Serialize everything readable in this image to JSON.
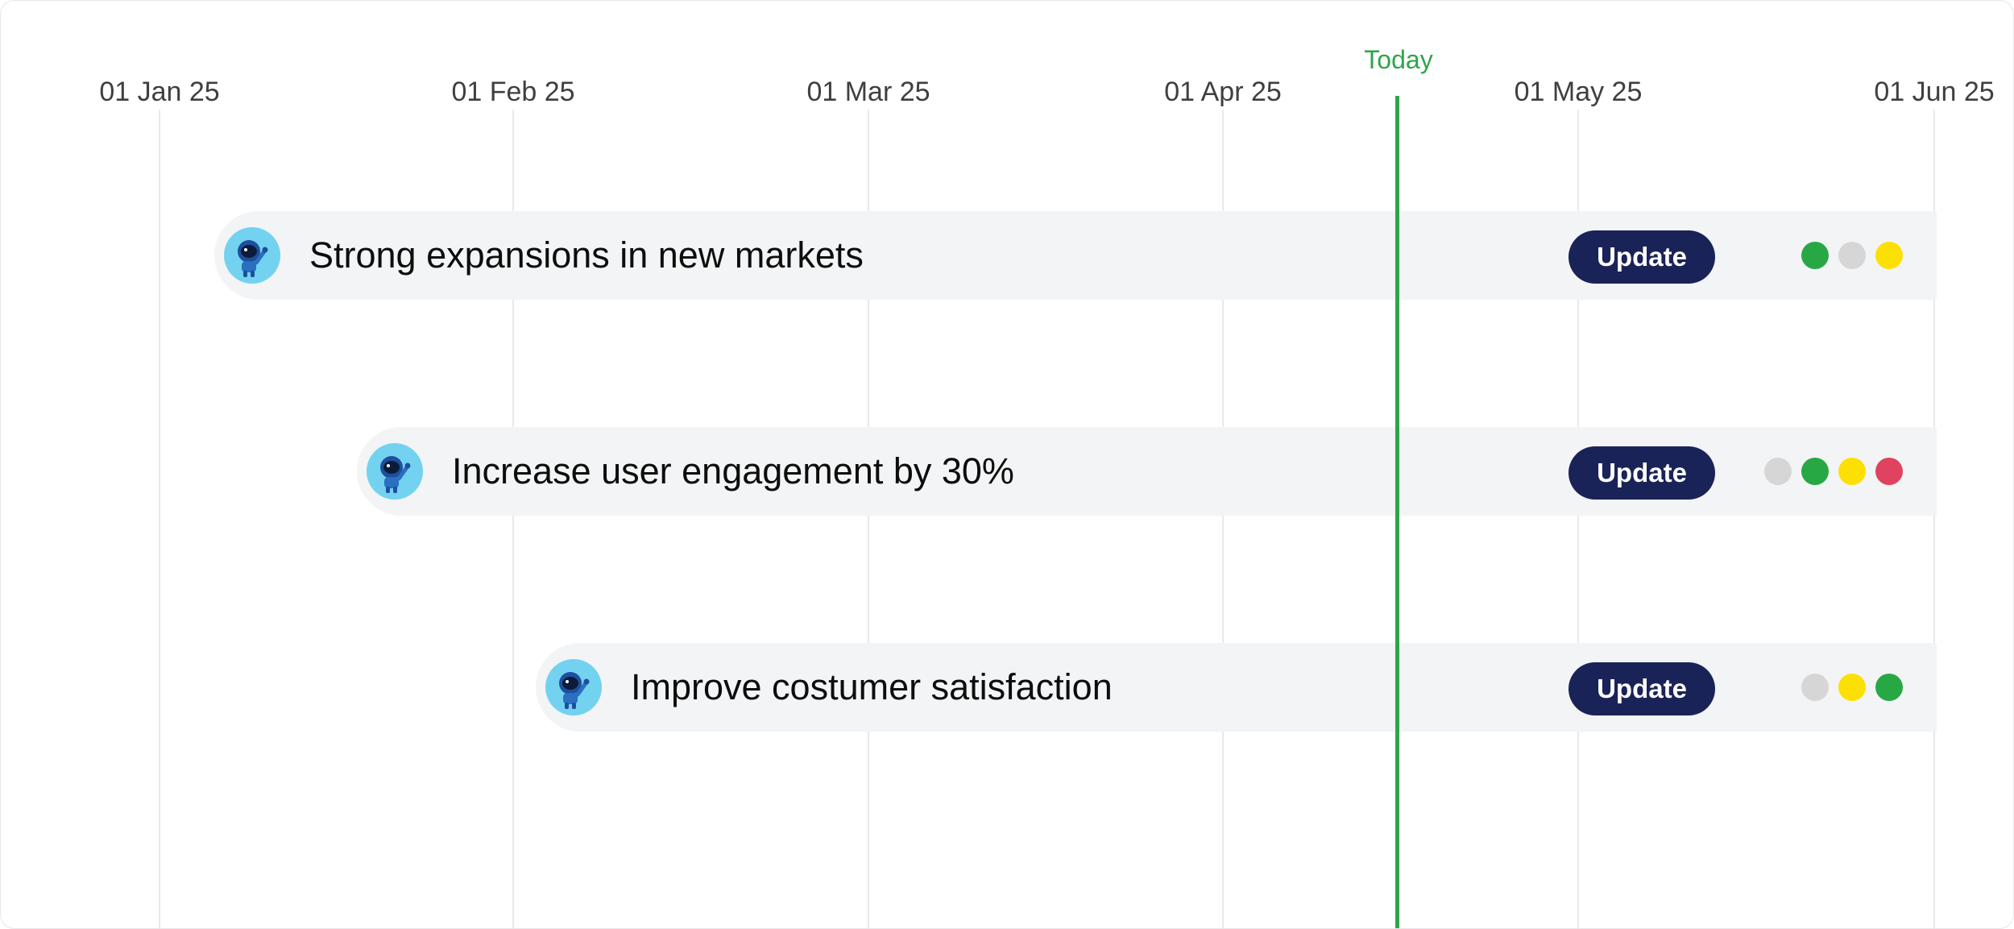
{
  "timeline": {
    "months": [
      "01 Jan 25",
      "01 Feb 25",
      "01 Mar 25",
      "01 Apr 25",
      "01 May 25",
      "01 Jun 25"
    ],
    "today_label": "Today"
  },
  "colors": {
    "green": "#27a844",
    "gray": "#d6d6d6",
    "yellow": "#fde003",
    "red": "#e0435f",
    "button": "#1a2358",
    "today": "#2ea54a"
  },
  "goals": [
    {
      "title": "Strong expansions in new markets",
      "button_label": "Update",
      "avatar_icon": "astronaut-icon",
      "status_dots": [
        "green",
        "gray",
        "yellow"
      ]
    },
    {
      "title": "Increase user engagement by 30%",
      "button_label": "Update",
      "avatar_icon": "astronaut-icon",
      "status_dots": [
        "gray",
        "green",
        "yellow",
        "red"
      ]
    },
    {
      "title": "Improve costumer satisfaction",
      "button_label": "Update",
      "avatar_icon": "astronaut-icon",
      "status_dots": [
        "gray",
        "yellow",
        "green"
      ]
    }
  ]
}
